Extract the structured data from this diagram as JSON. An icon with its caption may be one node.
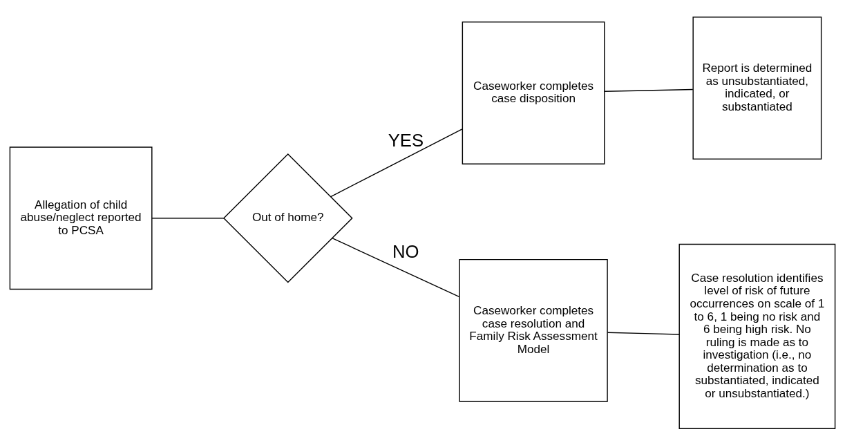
{
  "diagram": {
    "nodes": [
      {
        "text": [
          "Allegation of child abuse/neglect reported to PCSA"
        ]
      },
      {
        "text": [
          "Out of home?"
        ]
      },
      {
        "text": [
          "Caseworker completes case disposition"
        ]
      },
      {
        "text": [
          "Report is determined as unsubstantiated, indicated, or substantiated"
        ]
      },
      {
        "text": [
          "Caseworker completes case resolution and Family Risk Assessment Model"
        ]
      },
      {
        "text": [
          "Case resolution identifies level of risk of future occurrences on scale of 1 to 6, 1 being no risk and 6 being high risk. No ruling is made as to investigation (i.e., no determination as to substantiated, indicated or unsubstantiated.)"
        ]
      }
    ],
    "edges": [
      {
        "from": 0,
        "to": 1,
        "arrow": "none"
      },
      {
        "from": 1,
        "to": 2,
        "arrow": "none",
        "label": "YES"
      },
      {
        "from": 2,
        "to": 3,
        "arrow": "none"
      },
      {
        "from": 1,
        "to": 4,
        "arrow": "none",
        "label": "NO"
      },
      {
        "from": 4,
        "to": 5,
        "arrow": "none"
      }
    ]
  }
}
